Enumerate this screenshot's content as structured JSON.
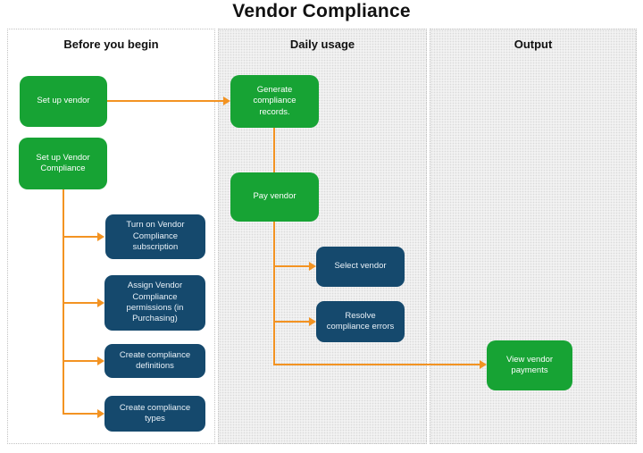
{
  "title": "Vendor Compliance",
  "colors": {
    "node_green": "#17a334",
    "node_blue": "#15496d",
    "connector_orange": "#f39322",
    "column_texture_bg": "#f2f2f2"
  },
  "columns": [
    {
      "header": "Before you begin"
    },
    {
      "header": "Daily usage"
    },
    {
      "header": "Output"
    }
  ],
  "nodes": {
    "set_up_vendor": "Set up vendor",
    "set_up_vendor_compliance": "Set up Vendor Compliance",
    "turn_on_subscription": "Turn on Vendor Compliance subscription",
    "assign_permissions": "Assign Vendor Compliance permissions (in Purchasing)",
    "create_definitions": "Create compliance definitions",
    "create_types": "Create compliance types",
    "generate_records": "Generate compliance records.",
    "pay_vendor": "Pay vendor",
    "select_vendor": "Select vendor",
    "resolve_errors": "Resolve compliance errors",
    "view_payments": "View vendor payments"
  }
}
